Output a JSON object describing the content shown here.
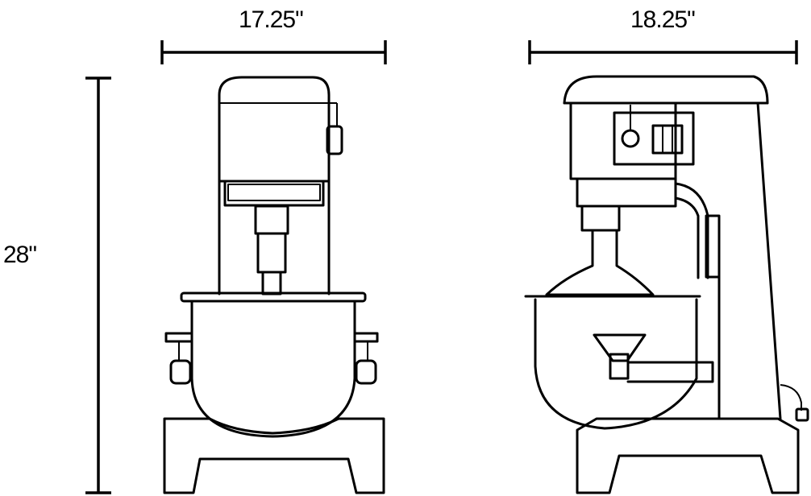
{
  "dimensions": {
    "front_width": "17.25\"",
    "side_depth": "18.25\"",
    "height": "28\""
  },
  "colors": {
    "line": "#000000",
    "background": "#ffffff"
  }
}
